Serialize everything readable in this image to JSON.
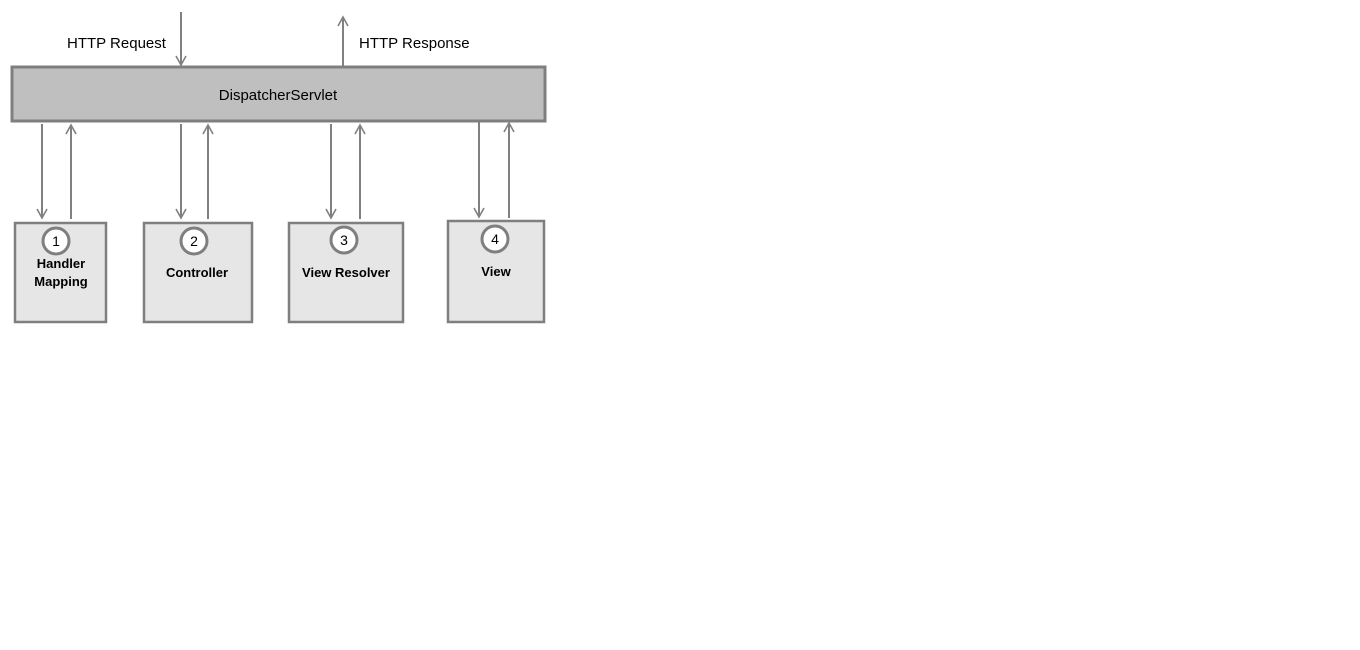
{
  "diagram": {
    "http_request": "HTTP Request",
    "http_response": "HTTP Response",
    "dispatcher": "DispatcherServlet",
    "components": [
      {
        "number": "1",
        "line1": "Handler",
        "line2": "Mapping"
      },
      {
        "number": "2",
        "line1": "Controller",
        "line2": ""
      },
      {
        "number": "3",
        "line1": "View Resolver",
        "line2": ""
      },
      {
        "number": "4",
        "line1": "View",
        "line2": ""
      }
    ]
  },
  "colors": {
    "servlet_fill": "#bfbfbf",
    "box_fill": "#e6e6e6",
    "stroke": "#7f7f7f",
    "arrow": "#808080"
  }
}
